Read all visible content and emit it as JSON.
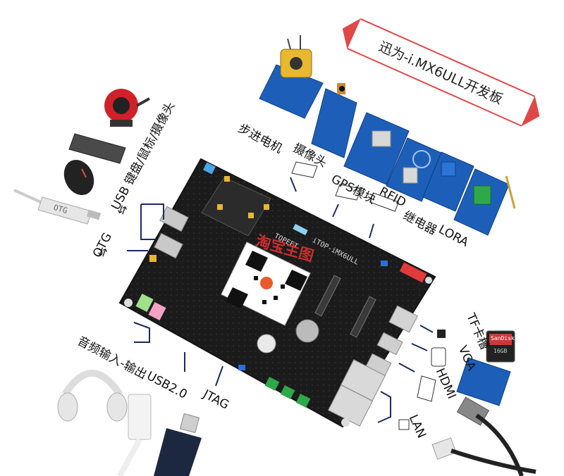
{
  "title": "迅为-i.MX6ULL开发板",
  "watermark": "淘宝主图",
  "board_silk": "TOPEET",
  "board_silk2": "iTOP-iMX6ULL",
  "labels": {
    "stepper_motor": "步进电机",
    "camera": "摄像头",
    "gps": "GPS模块",
    "rfid": "RFID",
    "relay": "继电器",
    "lora": "LORA",
    "usb_kbd": "USB 键盘/鼠标/摄像头",
    "otg": "OTG",
    "audio": "音频输入-输出",
    "usb2": "USB2.0",
    "jtag": "JTAG",
    "tf": "TF卡槽",
    "vga": "VGA",
    "hdmi": "HDMI",
    "lan": "LAN"
  },
  "peripheral_text": {
    "otg_plug": "OTG",
    "sd_card": "SanDisk",
    "sd_size": "16GB"
  },
  "colors": {
    "board": "#1b1b1b",
    "banner_red": "#e04848",
    "module_blue": "#1d5fb8",
    "audio_green": "#9fe08a",
    "audio_pink": "#f2a2c4",
    "terminal_green": "#2fa84a"
  },
  "icons": [
    "usb-icon",
    "hdmi-port-icon",
    "rfid-header-icon",
    "sd-card-icon",
    "vga-port-icon",
    "lan-port-icon"
  ]
}
